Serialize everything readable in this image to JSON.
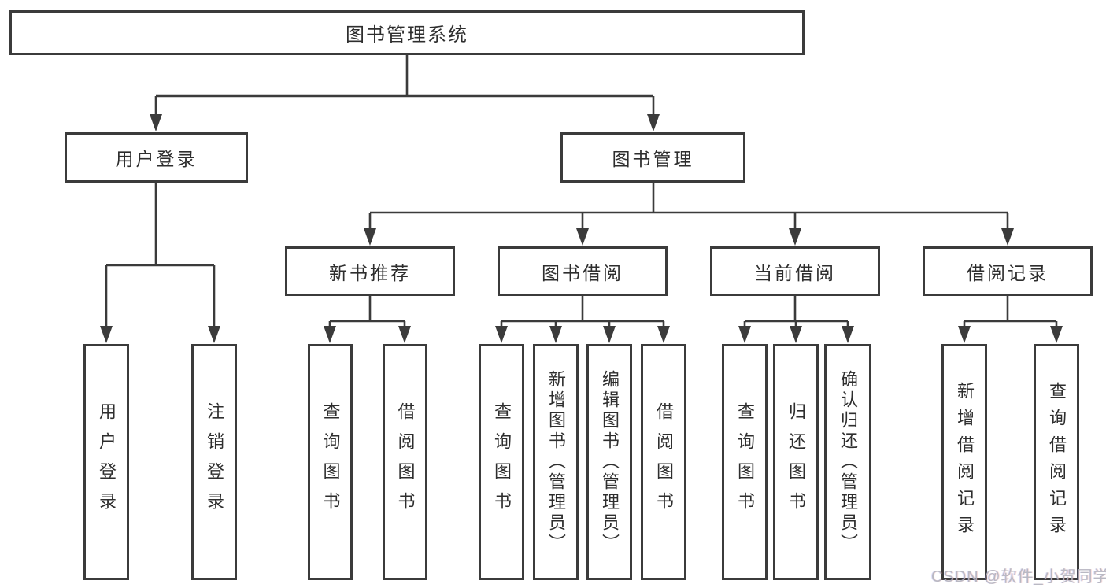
{
  "nodes": {
    "root": {
      "label": "图书管理系统"
    },
    "userLogin": {
      "label": "用户登录"
    },
    "bookMgmt": {
      "label": "图书管理"
    },
    "newBooks": {
      "label": "新书推荐"
    },
    "borrow": {
      "label": "图书借阅"
    },
    "current": {
      "label": "当前借阅"
    },
    "records": {
      "label": "借阅记录"
    },
    "leafUserLogin": {
      "label": "用户登录"
    },
    "leafLogout": {
      "label": "注销登录"
    },
    "leafQueryBooks1": {
      "label": "查询图书"
    },
    "leafBorrowBooks1": {
      "label": "借阅图书"
    },
    "leafQueryBooks2": {
      "label": "查询图书"
    },
    "leafAddBook": {
      "label": "新增图书（管理员）"
    },
    "leafEditBook": {
      "label": "编辑图书（管理员）"
    },
    "leafBorrowBooks2": {
      "label": "借阅图书"
    },
    "leafQueryBooks3": {
      "label": "查询图书"
    },
    "leafReturnBook": {
      "label": "归还图书"
    },
    "leafConfirmReturn": {
      "label": "确认归还（管理员）"
    },
    "leafAddRecord": {
      "label": "新增借阅记录"
    },
    "leafQueryRecord": {
      "label": "查询借阅记录"
    }
  },
  "watermark": "CSDN @软件_小贺同学",
  "colors": {
    "line": "#3b3b3b",
    "text": "#2e2e2e",
    "watermark": "#b4b4be",
    "background": "#ffffff"
  }
}
